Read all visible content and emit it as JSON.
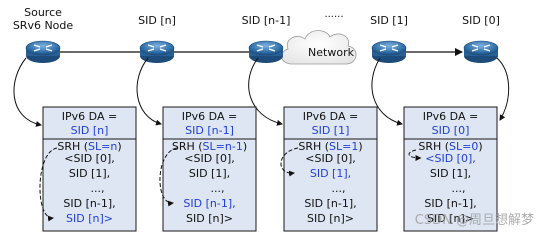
{
  "topology": {
    "source_label_line1": "Source",
    "source_label_line2": "SRv6 Node",
    "sid_labels": [
      "SID [n]",
      "SID [n-1]",
      "SID [1]",
      "SID [0]"
    ],
    "ellipsis": "......",
    "cloud_label": "Network"
  },
  "packets": [
    {
      "da_label": "IPv6 DA =",
      "da_value": "SID [n]",
      "srh_prefix": "SRH (",
      "sl": "SL=n",
      "srh_suffix": ")",
      "list": [
        "<SID [0],",
        "SID [1],",
        "...,",
        "SID [n-1],",
        "SID [n]>"
      ],
      "highlight_index": 4
    },
    {
      "da_label": "IPv6 DA =",
      "da_value": "SID [n-1]",
      "srh_prefix": "SRH (",
      "sl": "SL=n-1",
      "srh_suffix": ")",
      "list": [
        "<SID [0],",
        "SID [1],",
        "...,",
        "SID [n-1],",
        "SID [n]>"
      ],
      "highlight_index": 3
    },
    {
      "da_label": "IPv6 DA =",
      "da_value": "SID [1]",
      "srh_prefix": "SRH (",
      "sl": "SL=1",
      "srh_suffix": ")",
      "list": [
        "<SID [0],",
        "SID [1],",
        "...,",
        "SID [n-1],",
        "SID [n]>"
      ],
      "highlight_index": 1
    },
    {
      "da_label": "IPv6 DA =",
      "da_value": "SID [0]",
      "srh_prefix": "SRH (",
      "sl": "SL=0",
      "srh_suffix": ")",
      "list": [
        "<SID [0],",
        "SID [1],",
        "...,",
        "SID [n-1],",
        "SID [n]>"
      ],
      "highlight_index": 0
    }
  ],
  "watermark": "CSDN @周旦想解梦",
  "colors": {
    "router_fill": "#3f7fb8",
    "box_fill": "#dde6f2",
    "highlight_text": "#1f3fd6",
    "border": "#1a1a1a"
  },
  "icons": {
    "router": "router-icon",
    "cloud": "cloud-icon"
  }
}
